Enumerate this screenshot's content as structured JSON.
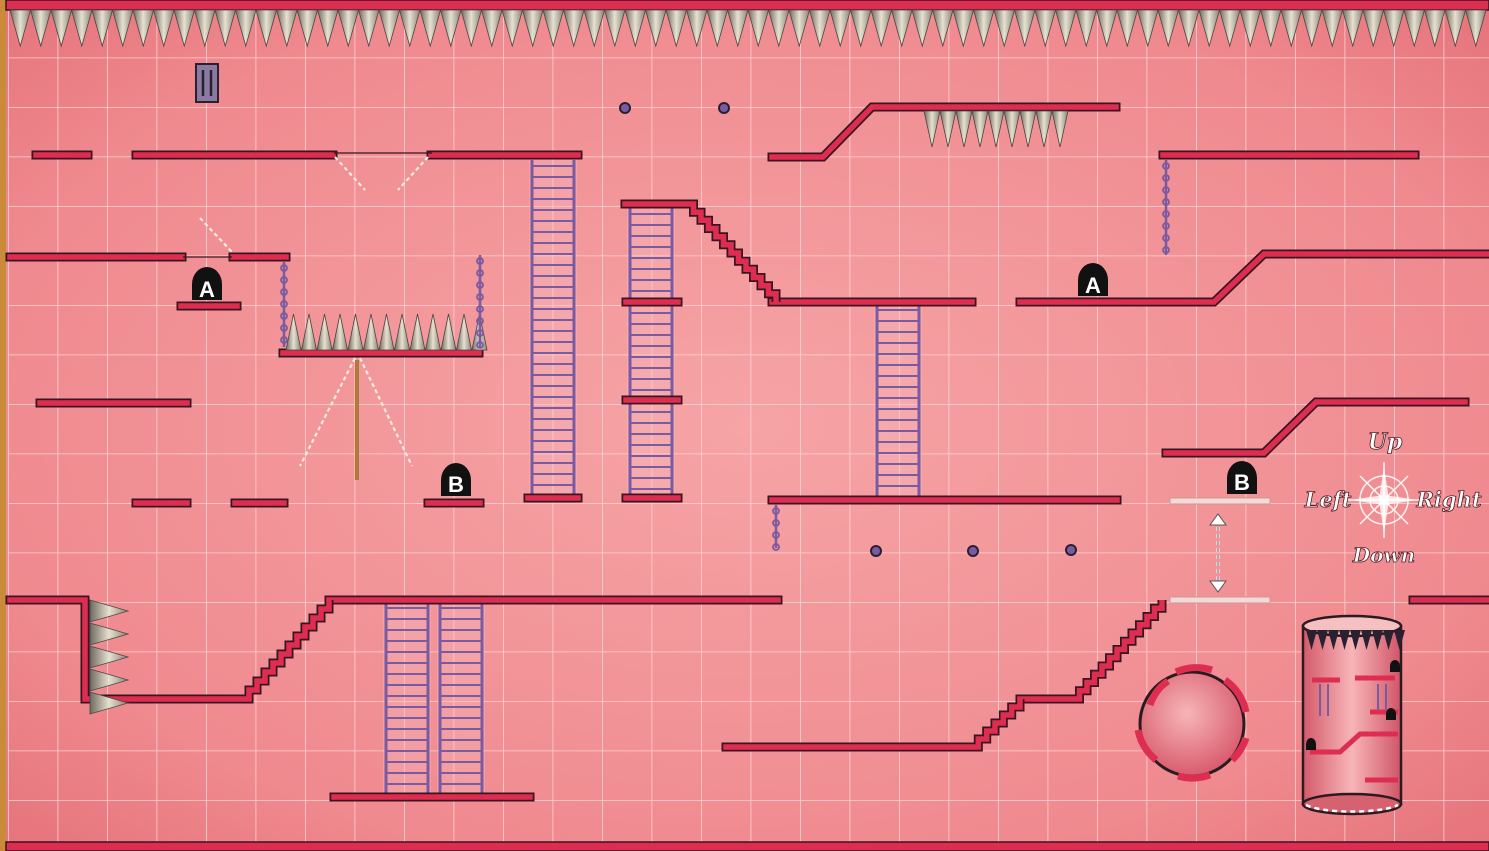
{
  "map": {
    "theme": "pink-grid",
    "colors": {
      "background": "#f08f92",
      "grid": "#ffd9da",
      "platform": "#dd2e52",
      "platform_outline": "#3a1420",
      "spike_fill": "#c9c2b2",
      "spike_dark": "#6f6a60",
      "ladder": "#7a5aa0",
      "marker_fill": "#111111",
      "marker_text": "#ffffff"
    },
    "markers": [
      {
        "id": "marker-a-left",
        "label": "A"
      },
      {
        "id": "marker-a-right",
        "label": "A"
      },
      {
        "id": "marker-b-left",
        "label": "B"
      },
      {
        "id": "marker-b-right",
        "label": "B"
      }
    ],
    "compass": {
      "up": "Up",
      "down": "Down",
      "left": "Left",
      "right": "Right"
    },
    "icons": {
      "exit": "exit-door-icon",
      "elevator": "elevator-arrow-icon",
      "rotating_ring": "rotating-ring-icon",
      "tower": "tower-cylinder-icon"
    }
  }
}
